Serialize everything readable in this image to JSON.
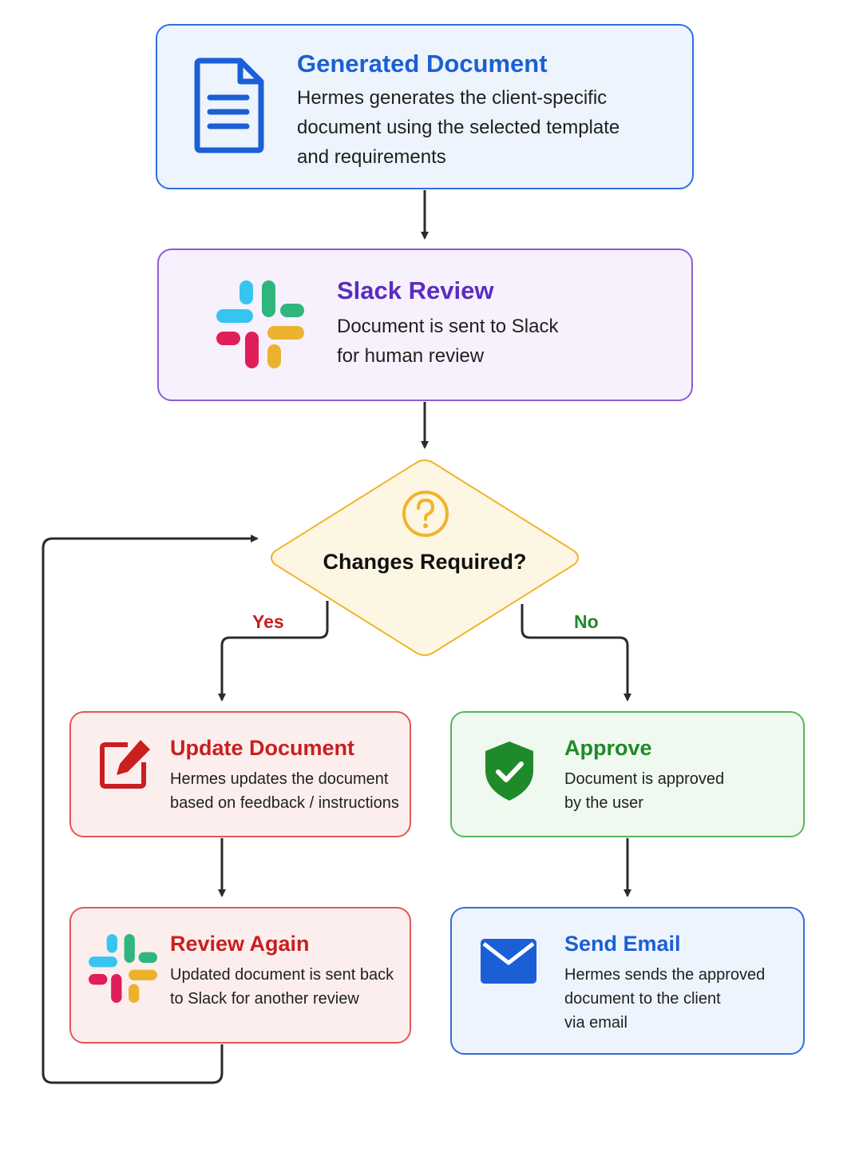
{
  "nodes": {
    "generated": {
      "title": "Generated Document",
      "lines": [
        "Hermes generates the client-specific",
        "document using the selected template",
        "and requirements"
      ],
      "icon": "document-icon",
      "color": "#1a5fd6"
    },
    "slack_review": {
      "title": "Slack Review",
      "lines": [
        "Document is sent to Slack",
        "for human review"
      ],
      "icon": "slack-icon",
      "color": "#5b2cbf"
    },
    "decision": {
      "title": "Changes Required?",
      "icon": "question-icon",
      "color": "#f0b429"
    },
    "update": {
      "title": "Update Document",
      "lines": [
        "Hermes updates the document",
        "based on feedback / instructions"
      ],
      "icon": "edit-icon",
      "color": "#c91f1f"
    },
    "review_again": {
      "title": "Review Again",
      "lines": [
        "Updated document is sent back",
        "to Slack for another review"
      ],
      "icon": "slack-icon",
      "color": "#c91f1f"
    },
    "approve": {
      "title": "Approve",
      "lines": [
        "Document is approved",
        "by the user"
      ],
      "icon": "shield-check-icon",
      "color": "#1f8a2a"
    },
    "send_email": {
      "title": "Send Email",
      "lines": [
        "Hermes sends the approved",
        "document to the client",
        "via email"
      ],
      "icon": "envelope-icon",
      "color": "#1a5fd6"
    }
  },
  "edges": [
    {
      "from": "generated",
      "to": "slack_review"
    },
    {
      "from": "slack_review",
      "to": "decision"
    },
    {
      "from": "decision",
      "to": "update",
      "label": "Yes"
    },
    {
      "from": "decision",
      "to": "approve",
      "label": "No"
    },
    {
      "from": "update",
      "to": "review_again"
    },
    {
      "from": "approve",
      "to": "send_email"
    },
    {
      "from": "review_again",
      "to": "decision"
    }
  ],
  "labels": {
    "yes": "Yes",
    "no": "No"
  }
}
